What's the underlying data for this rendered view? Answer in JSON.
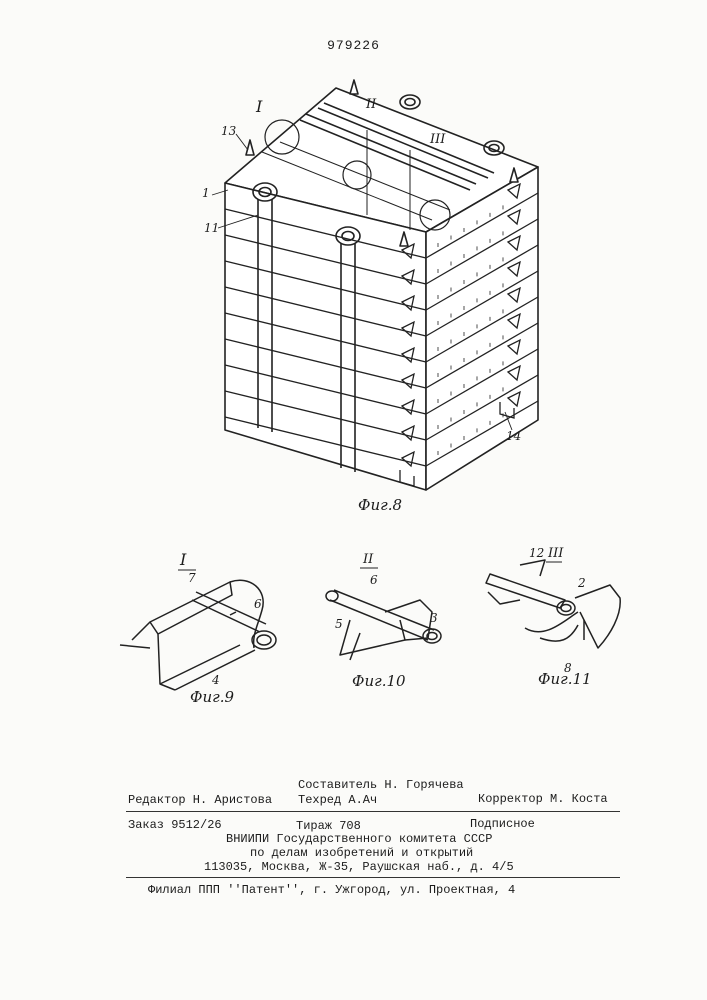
{
  "page_number": "979226",
  "figures": {
    "fig8": {
      "caption": "Фиг.8",
      "labels": {
        "detail_1": "I",
        "detail_2": "II",
        "detail_3": "III",
        "part_13": "13",
        "part_1": "1",
        "part_11": "11",
        "part_14": "14"
      }
    },
    "fig9": {
      "caption": "Фиг.9",
      "labels": {
        "detail": "I",
        "part_7": "7",
        "part_6": "6",
        "part_4": "4"
      }
    },
    "fig10": {
      "caption": "Фиг.10",
      "labels": {
        "detail": "II",
        "part_6": "6",
        "part_5": "5",
        "part_3": "3"
      }
    },
    "fig11": {
      "caption": "Фиг.11",
      "labels": {
        "part_12": "12",
        "detail": "III",
        "part_2": "2",
        "part_8": "8"
      }
    }
  },
  "imprint": {
    "compiler": "Составитель Н. Горячева",
    "editor": "Редактор Н. Аристова",
    "techred": "Техред А.Ач",
    "corrector": "Корректор М. Коста",
    "order": "Заказ 9512/26",
    "circulation": "Тираж 708",
    "subscription": "Подписное",
    "org_line1": "ВНИИПИ Государственного комитета СССР",
    "org_line2": "по делам изобретений и открытий",
    "address": "113035, Москва, Ж-35, Раушская наб., д. 4/5",
    "branch": "Филиал ППП ''Патент'', г. Ужгород, ул. Проектная, 4"
  }
}
